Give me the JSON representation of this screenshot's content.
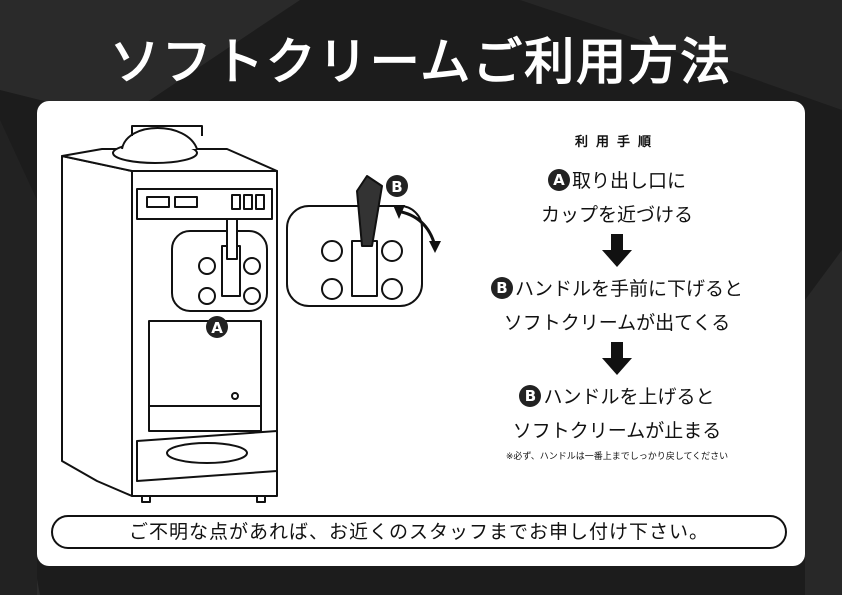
{
  "title": "ソフトクリームご利用方法",
  "labels": {
    "a": "A",
    "b": "B"
  },
  "steps": {
    "heading": "利用手順",
    "step1": {
      "badge": "A",
      "line1": "取り出し口に",
      "line2": "カップを近づける"
    },
    "step2": {
      "badge": "B",
      "line1": "ハンドルを手前に下げると",
      "line2": "ソフトクリームが出てくる"
    },
    "step3": {
      "badge": "B",
      "line1": "ハンドルを上げると",
      "line2": "ソフトクリームが止まる"
    },
    "note": "※必ず、ハンドルは一番上までしっかり戻してください"
  },
  "footer": "ご不明な点があれば、お近くのスタッフまでお申し付け下さい。",
  "colors": {
    "background": "#1c1c1c",
    "panel": "#ffffff",
    "ink": "#111111"
  },
  "icons": [
    "soft-serve-machine-illustration",
    "handle-closeup-illustration",
    "rotate-arrow-icon",
    "down-arrow-icon"
  ]
}
